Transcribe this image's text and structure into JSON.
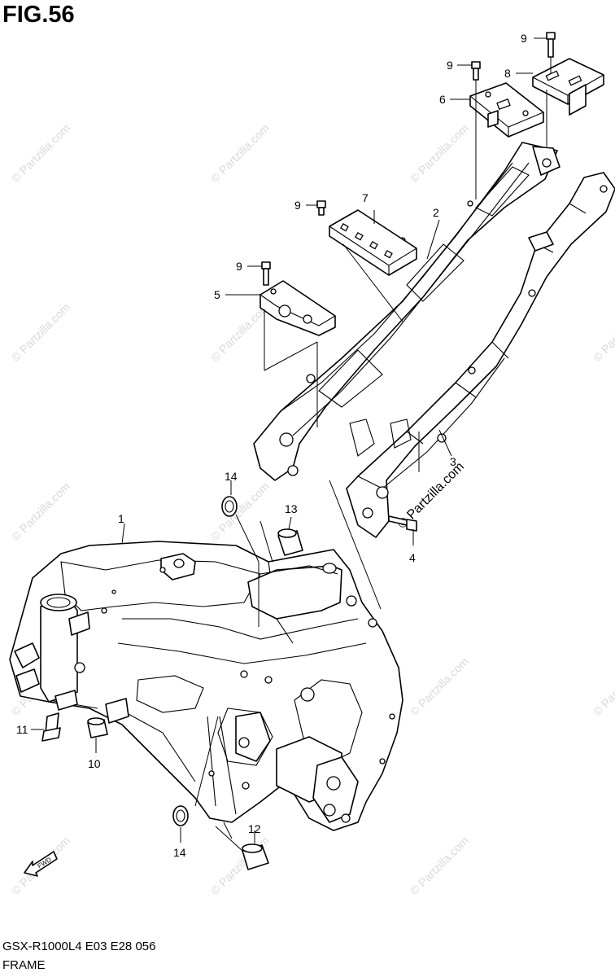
{
  "figure": {
    "title": "FIG.56",
    "model_code": "GSX-R1000L4  E03  E28  056",
    "section_name": "FRAME"
  },
  "callouts": {
    "c1": "1",
    "c2": "2",
    "c3": "3",
    "c4": "4",
    "c5": "5",
    "c6": "6",
    "c7": "7",
    "c8": "8",
    "c9a": "9",
    "c9b": "9",
    "c9c": "9",
    "c9d": "9",
    "c10": "10",
    "c11": "11",
    "c12": "12",
    "c13": "13",
    "c14a": "14",
    "c14b": "14"
  },
  "watermark": {
    "text": "© Partzilla.com",
    "prominent_text": "© Partzilla.com"
  },
  "icons": {
    "fwd_arrow": "fwd-arrow-icon"
  },
  "fwd_label": "FWD",
  "colors": {
    "line": "#000000",
    "background": "#ffffff",
    "watermark": "#d9d9d9"
  }
}
